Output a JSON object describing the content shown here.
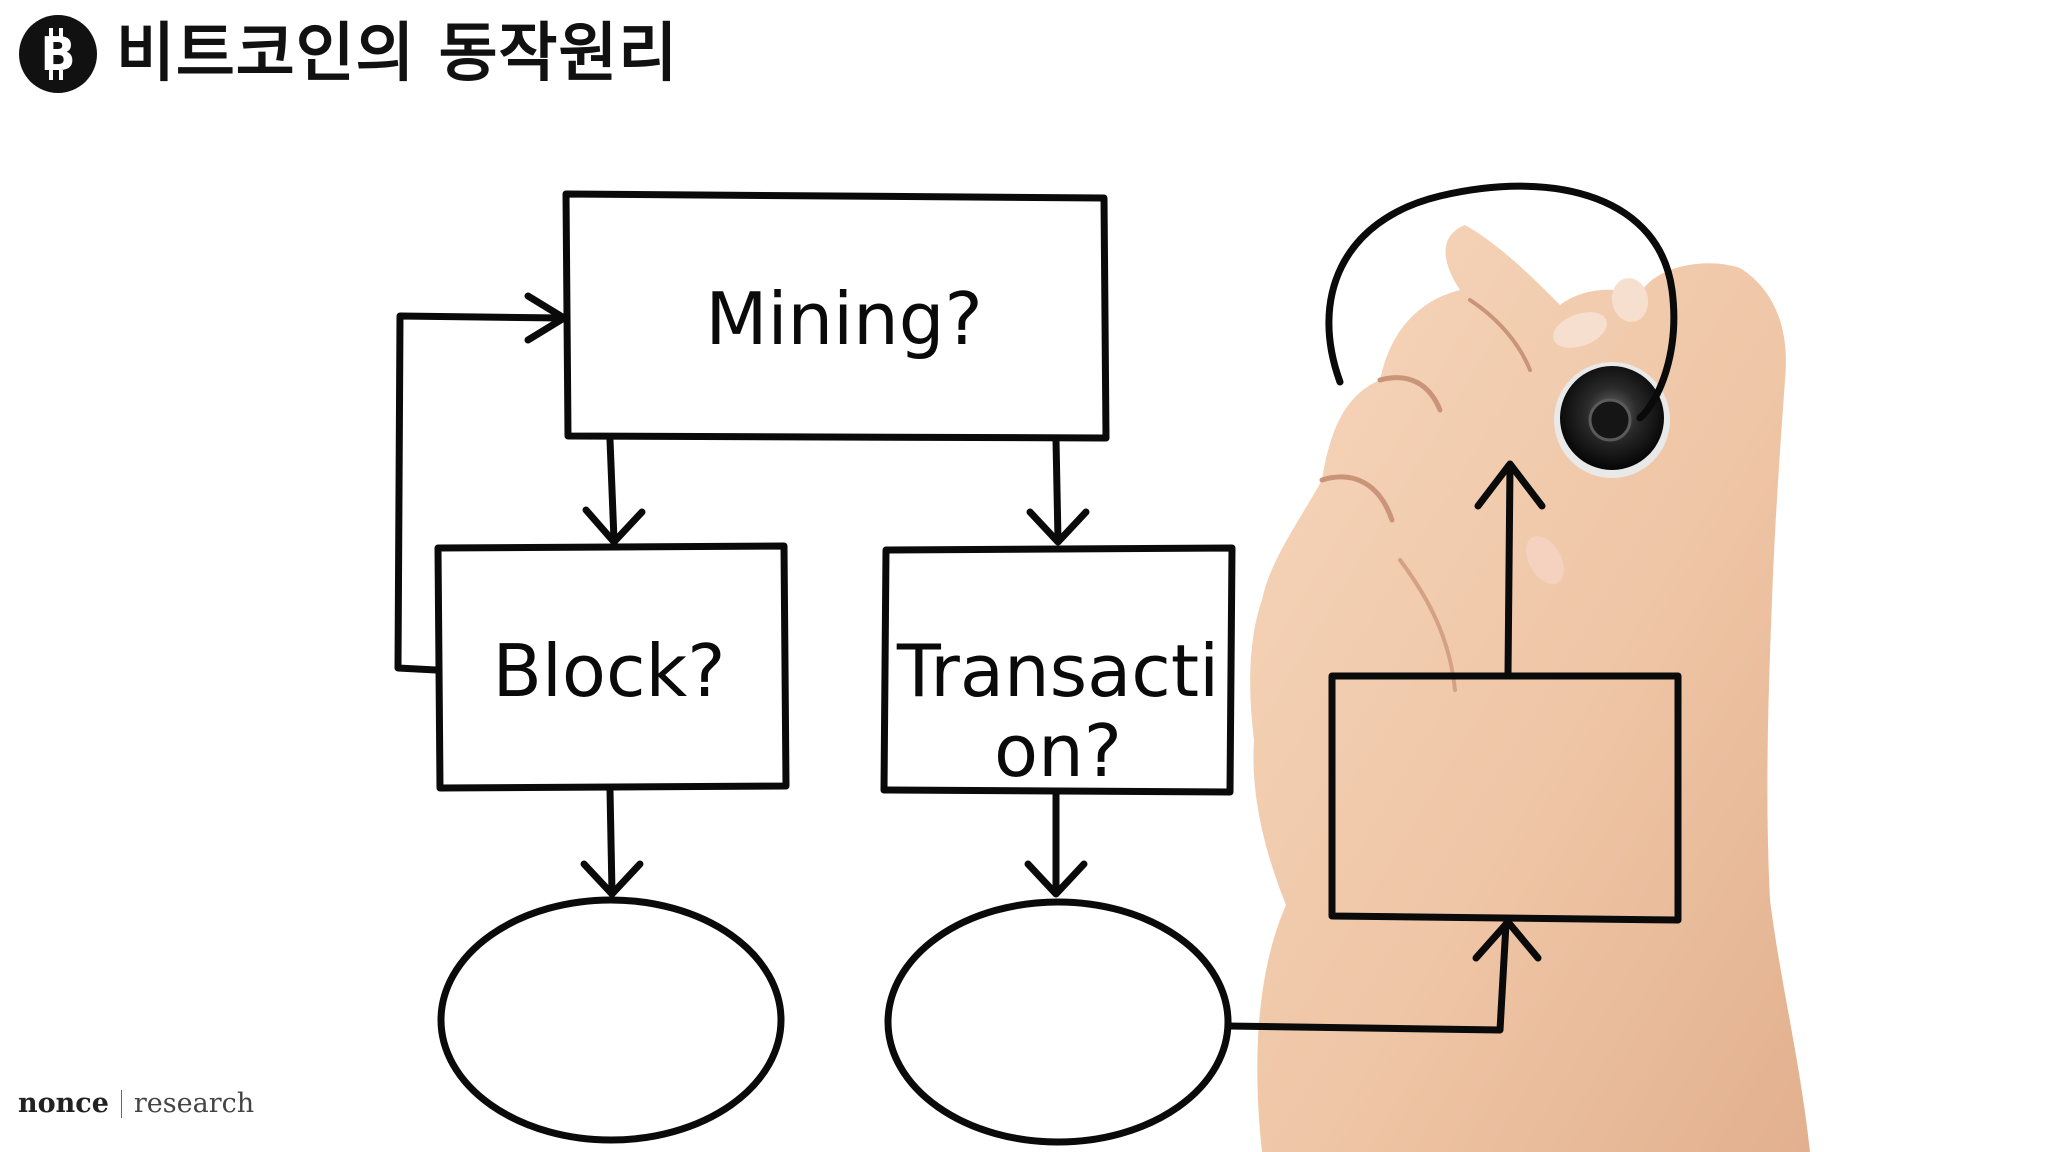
{
  "header": {
    "icon": "bitcoin-logo-icon",
    "title": "비트코인의 동작원리"
  },
  "diagram": {
    "nodes": {
      "mining": "Mining?",
      "block": "Block?",
      "transaction_line1": "Transacti",
      "transaction_line2": "on?"
    }
  },
  "footer": {
    "brand": "nonce",
    "sub": "research"
  },
  "colors": {
    "ink": "#0a0a0a",
    "skin": "#f1cdb0",
    "skin_shadow": "#d9a98a",
    "marker": "#1a1a1a"
  }
}
